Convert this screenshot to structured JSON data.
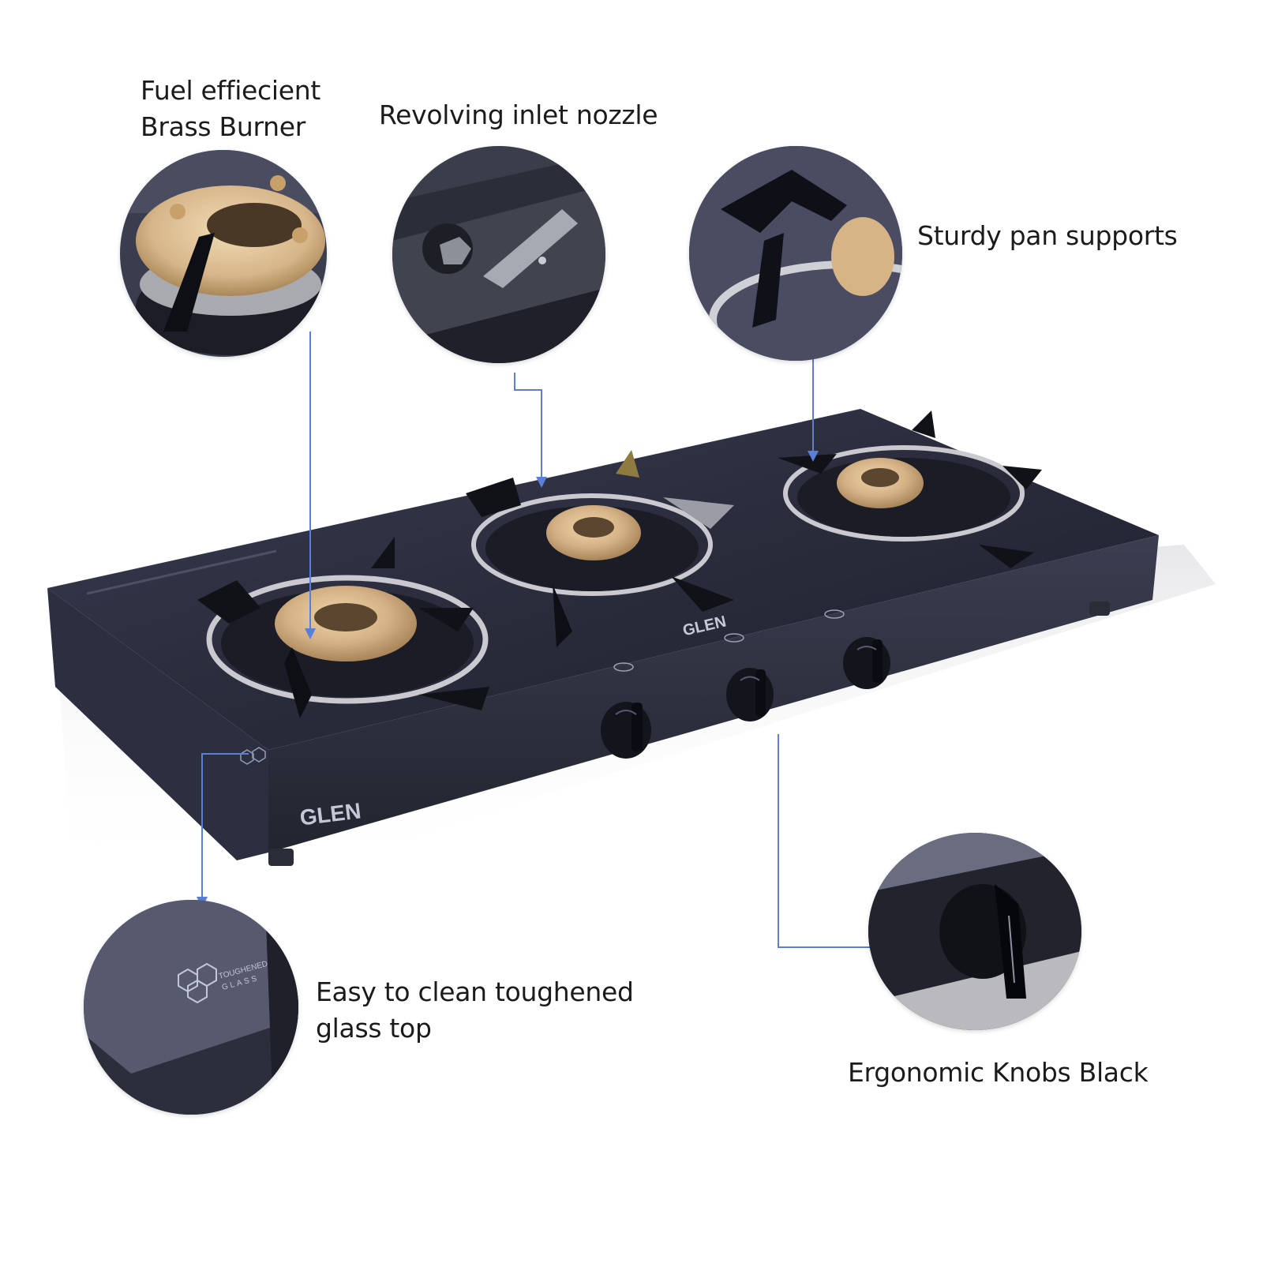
{
  "infographic": {
    "brand": "GLEN",
    "accent_line_color": "#5b7fd6",
    "glass_color": "#2b2e3d",
    "brass_color": "#d4b184",
    "features": [
      {
        "id": "brass-burner",
        "label_lines": [
          "Fuel effiecient",
          "Brass Burner"
        ]
      },
      {
        "id": "inlet-nozzle",
        "label_lines": [
          "Revolving inlet nozzle"
        ]
      },
      {
        "id": "pan-supports",
        "label_lines": [
          "Sturdy pan supports"
        ]
      },
      {
        "id": "toughened-glass",
        "label_lines": [
          "Easy to clean toughened",
          "glass top"
        ]
      },
      {
        "id": "knobs",
        "label_lines": [
          "Ergonomic Knobs Black"
        ]
      }
    ],
    "product": {
      "brand_front": "GLEN",
      "brand_top": "GLEN",
      "glass_badge_line1": "TOUGHENED",
      "glass_badge_line2": "GLASS",
      "burner_count": 3,
      "knob_count": 3
    }
  }
}
